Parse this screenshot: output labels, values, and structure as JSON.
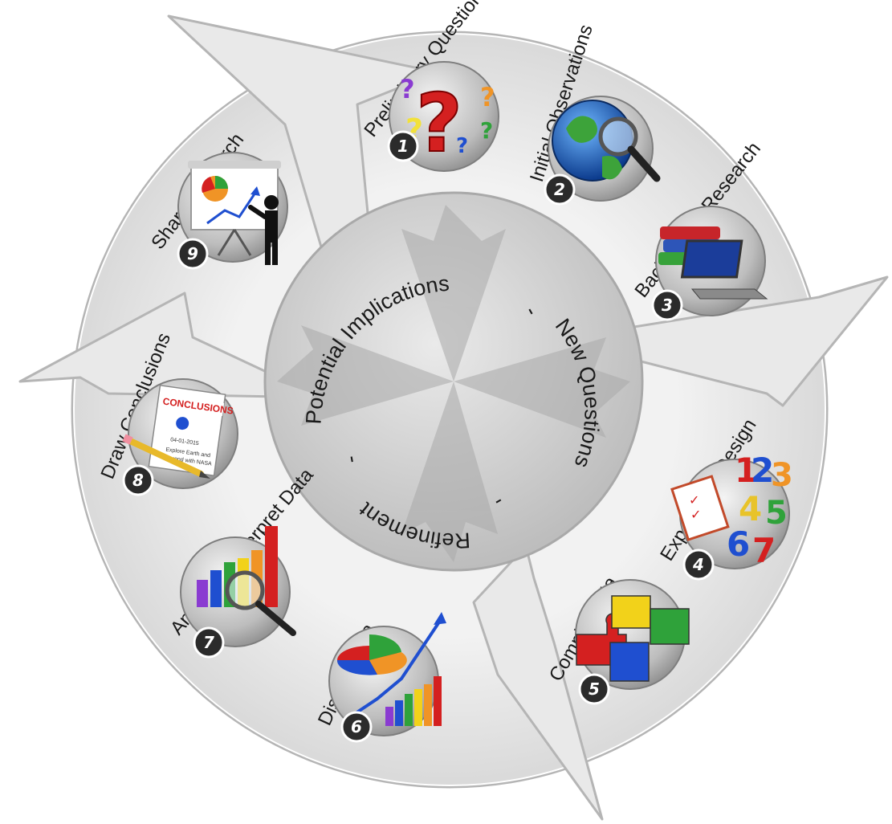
{
  "steps": [
    {
      "number": "1",
      "label": "Preliminary Question",
      "icon": "question-marks-icon"
    },
    {
      "number": "2",
      "label": "Initial Observations",
      "icon": "globe-magnifier-icon"
    },
    {
      "number": "3",
      "label": "Background Research",
      "icon": "books-laptop-icon"
    },
    {
      "number": "4",
      "label": "Experiment Design",
      "icon": "checklist-numbers-icon"
    },
    {
      "number": "5",
      "label": "Compile Data",
      "icon": "puzzle-pieces-icon"
    },
    {
      "number": "6",
      "label": "Display Data",
      "icon": "pie-bar-chart-icon"
    },
    {
      "number": "7",
      "label": "Analyze & Interpret Data",
      "icon": "bar-chart-magnifier-icon"
    },
    {
      "number": "8",
      "label": "Draw Conclusions",
      "icon": "conclusions-document-icon"
    },
    {
      "number": "9",
      "label": "Share Research",
      "icon": "presentation-icon"
    }
  ],
  "center": {
    "potential_implications": "Potential Implications",
    "new_questions": "New Questions",
    "refinement": "Refinement",
    "separator": "-"
  },
  "conclusions_doc": {
    "heading": "CONCLUSIONS",
    "date": "04-01-2015",
    "line1": "Explore Earth and",
    "line2": "Beyond with NASA"
  },
  "colors": {
    "ring": "#e6e6e6",
    "ring_edge": "#b8b8b8",
    "center_disc": "#d8d8d8",
    "badge": "#2b2b2b",
    "accent_red": "#d42020",
    "accent_blue": "#1f4fd0"
  }
}
